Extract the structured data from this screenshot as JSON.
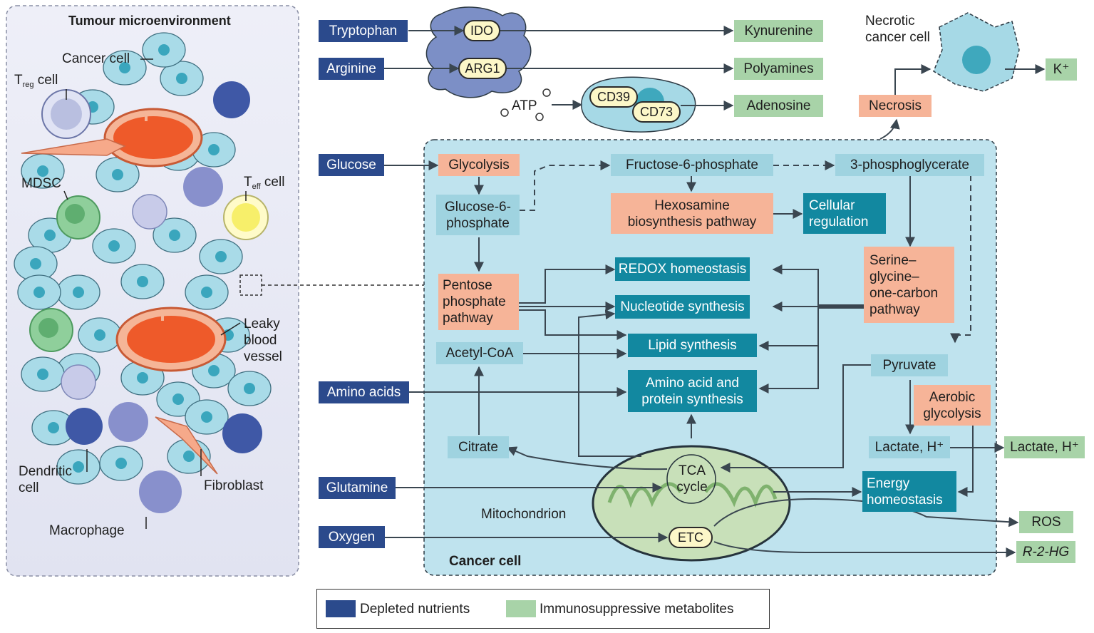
{
  "panel": {
    "title": "Tumour microenvironment",
    "labels": {
      "cancer_cell": "Cancer cell",
      "treg_main": "T",
      "treg_sub": "reg",
      "treg_rest": " cell",
      "mdsc": "MDSC",
      "teff_main": "T",
      "teff_sub": "eff",
      "teff_rest": " cell",
      "leaky_vessel": "Leaky\nblood\nvessel",
      "dendritic": "Dendritic\ncell",
      "fibroblast": "Fibroblast",
      "macrophage": "Macrophage"
    }
  },
  "depleted_nutrients": {
    "tryptophan": "Tryptophan",
    "arginine": "Arginine",
    "glucose": "Glucose",
    "amino_acids": "Amino acids",
    "glutamine": "Glutamine",
    "oxygen": "Oxygen"
  },
  "immunosuppressive_metabolites": {
    "kynurenine": "Kynurenine",
    "polyamines": "Polyamines",
    "adenosine": "Adenosine",
    "potassium": "K⁺",
    "lactate_out": "Lactate, H⁺",
    "ros": "ROS",
    "r2hg": "R-2-HG"
  },
  "enzymes": {
    "ido": "IDO",
    "arg1": "ARG1",
    "cd39": "CD39",
    "cd73": "CD73",
    "atp": "ATP",
    "tca": "TCA\ncycle",
    "etc": "ETC"
  },
  "necrosis": {
    "necrotic_label": "Necrotic\ncancer cell",
    "necrosis": "Necrosis"
  },
  "pathways": {
    "glycolysis": "Glycolysis",
    "hexosamine": "Hexosamine\nbiosynthesis pathway",
    "pentose": "Pentose\nphosphate\npathway",
    "serine": "Serine–\nglycine–\none-carbon\npathway",
    "aerobic": "Aerobic\nglycolysis"
  },
  "intermediates": {
    "g6p": "Glucose-6-\nphosphate",
    "f6p": "Fructose-6-phosphate",
    "pg3": "3-phosphoglycerate",
    "acetyl": "Acetyl-CoA",
    "citrate": "Citrate",
    "pyruvate": "Pyruvate",
    "lactate_in": "Lactate, H⁺"
  },
  "outcomes": {
    "cellular": "Cellular\nregulation",
    "redox": "REDOX homeostasis",
    "nucleotide": "Nucleotide synthesis",
    "lipid": "Lipid synthesis",
    "amino": "Amino acid and\nprotein synthesis",
    "energy": "Energy\nhomeostasis"
  },
  "cell_labels": {
    "mitochondrion": "Mitochondrion",
    "cancer_cell": "Cancer cell"
  },
  "legend": {
    "depleted": "Depleted nutrients",
    "immuno": "Immunosuppressive metabolites"
  },
  "colors": {
    "depleted": "#2b4a8c",
    "immuno": "#a8d3a8",
    "pathway": "#f6b498",
    "intermediate": "#9fd3e0",
    "outcome": "#1288a0"
  }
}
